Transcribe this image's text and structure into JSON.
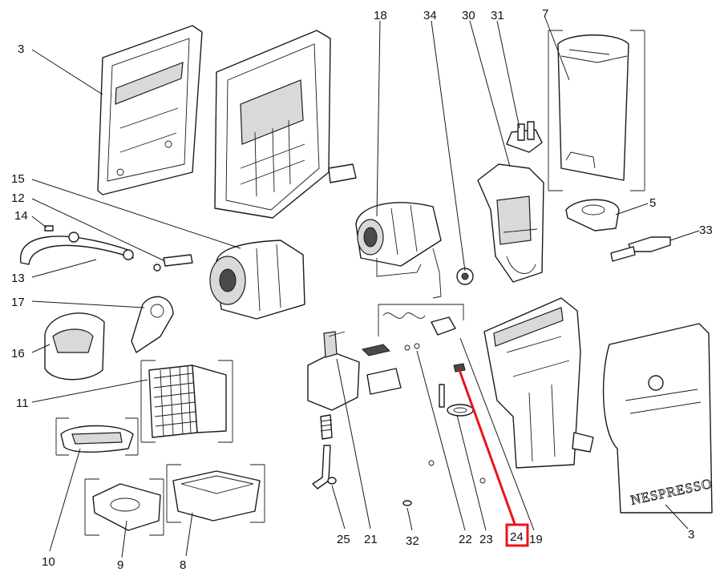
{
  "diagram": {
    "callouts": {
      "c3a": "3",
      "c3b": "3",
      "c5": "5",
      "c7": "7",
      "c8": "8",
      "c9": "9",
      "c10": "10",
      "c11": "11",
      "c12": "12",
      "c13": "13",
      "c14": "14",
      "c15": "15",
      "c16": "16",
      "c17": "17",
      "c18": "18",
      "c19": "19",
      "c21": "21",
      "c22": "22",
      "c23": "23",
      "c24": "24",
      "c25": "25",
      "c30": "30",
      "c31": "31",
      "c32": "32",
      "c33": "33",
      "c34": "34"
    },
    "brand_text": "NESPRESSO",
    "highlight": {
      "label": "24",
      "color": "#e8141b"
    }
  }
}
